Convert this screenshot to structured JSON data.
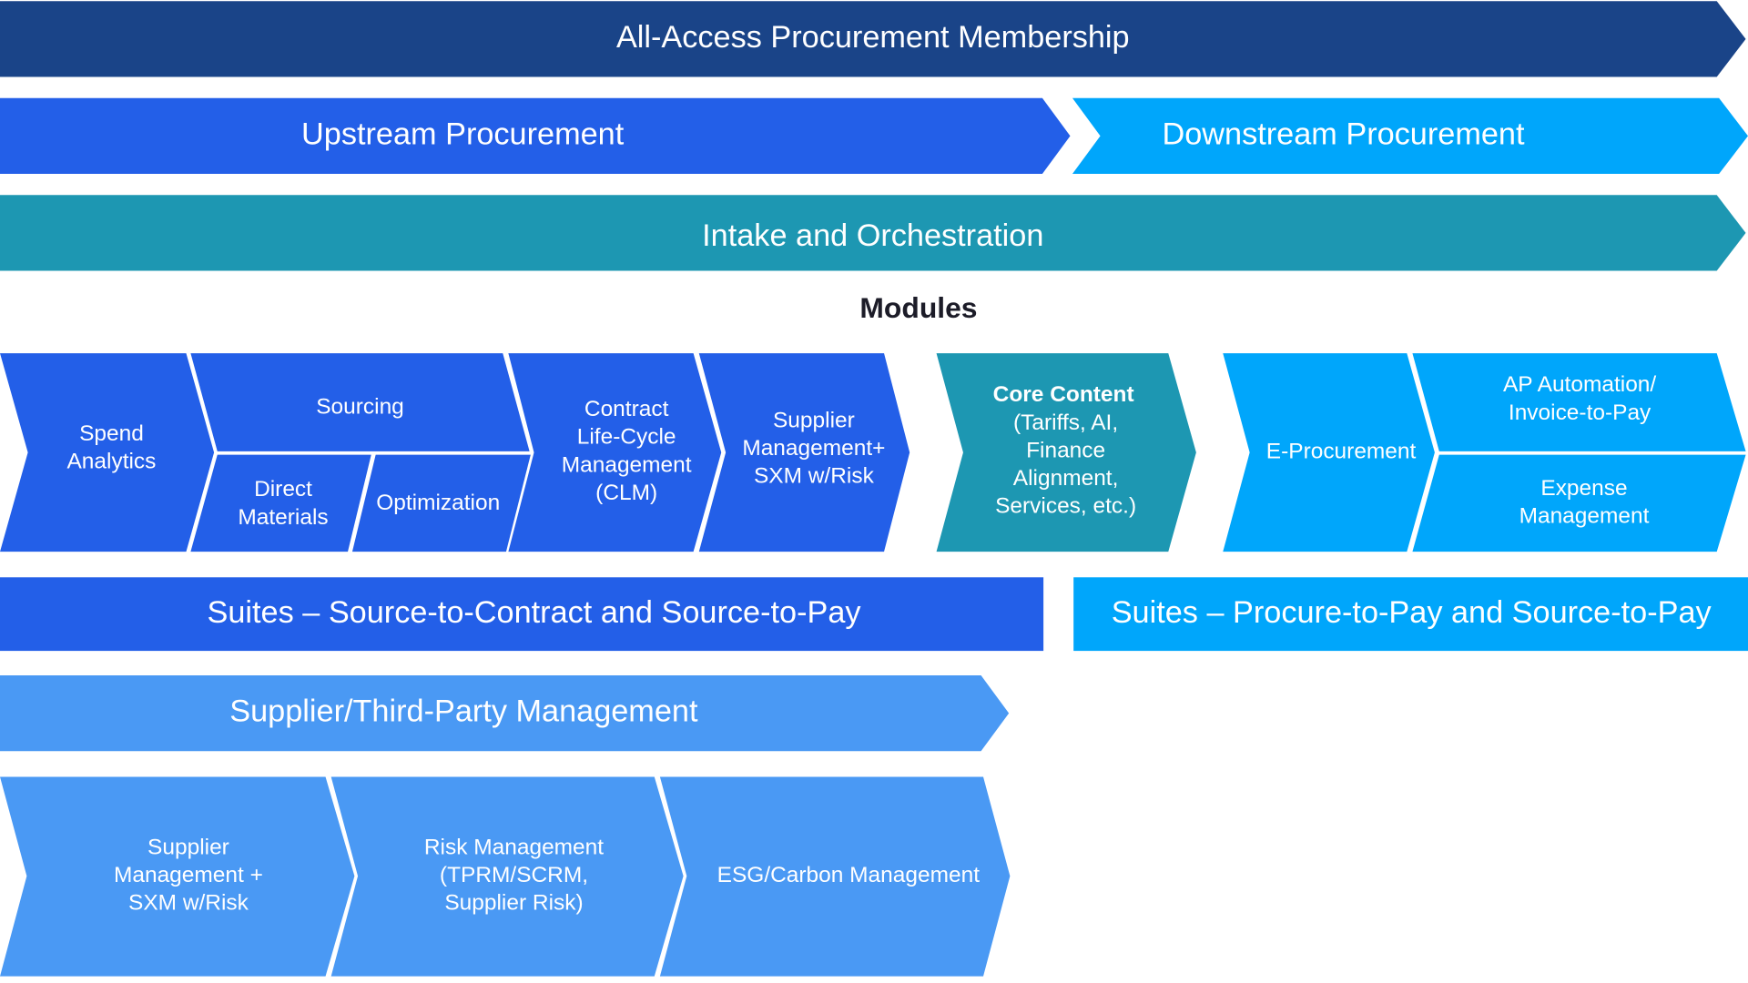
{
  "colors": {
    "navy": "#1a4488",
    "blue": "#235fe8",
    "light": "#00a6fb",
    "teal": "#1d97b2",
    "medium": "#4a99f4"
  },
  "rows": {
    "membership": "All-Access Procurement Membership",
    "upstream": "Upstream Procurement",
    "downstream": "Downstream Procurement",
    "intake": "Intake and Orchestration"
  },
  "modules_title": "Modules",
  "modules": {
    "spend": [
      "Spend",
      "Analytics"
    ],
    "sourcing": "Sourcing",
    "direct": [
      "Direct",
      "Materials"
    ],
    "optimization": "Optimization",
    "clm": [
      "Contract",
      "Life-Cycle",
      "Management",
      "(CLM)"
    ],
    "supplier": [
      "Supplier",
      "Management+",
      "SXM w/Risk"
    ],
    "core_title": "Core Content",
    "core": [
      "(Tariffs, AI,",
      "Finance",
      "Alignment,",
      "Services, etc.)"
    ],
    "eproc": "E-Procurement",
    "ap": [
      "AP Automation/",
      "Invoice-to-Pay"
    ],
    "expense": [
      "Expense",
      "Management"
    ]
  },
  "suites": {
    "left": "Suites – Source-to-Contract and Source-to-Pay",
    "right": "Suites – Procure-to-Pay and Source-to-Pay"
  },
  "third_party": "Supplier/Third-Party Management",
  "bottom": {
    "supplier": [
      "Supplier",
      "Management +",
      "SXM w/Risk"
    ],
    "risk": [
      "Risk Management",
      "(TPRM/SCRM,",
      "Supplier Risk)"
    ],
    "esg": "ESG/Carbon Management"
  }
}
